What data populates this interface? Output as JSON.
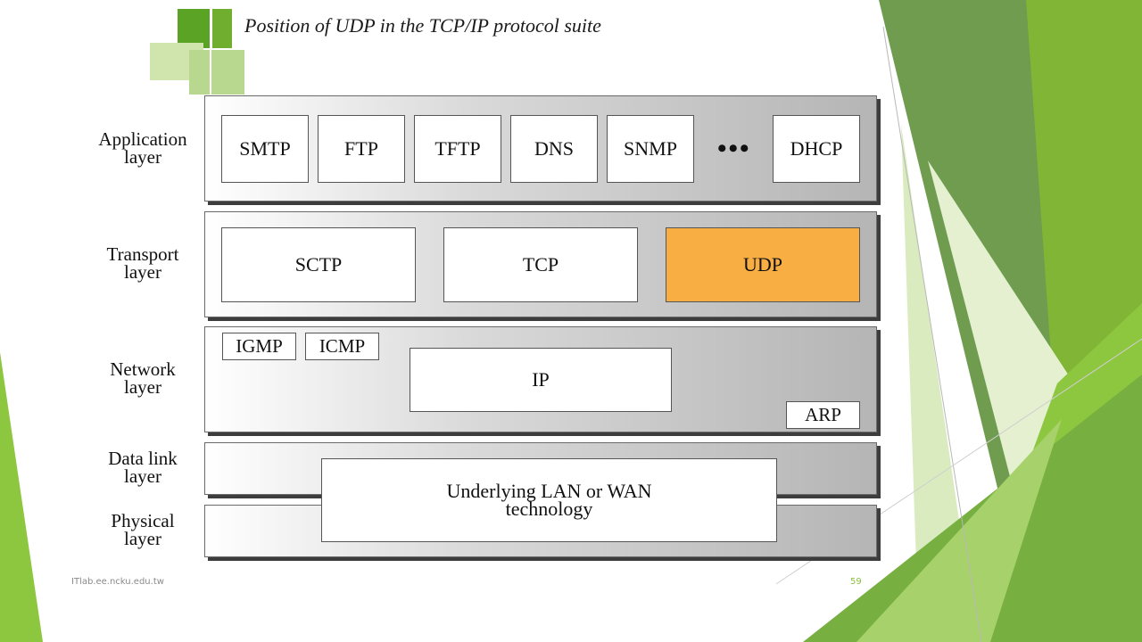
{
  "slide": {
    "title": "Position of UDP in the TCP/IP protocol suite",
    "footer_site": "ITlab.ee.ncku.edu.tw",
    "page_number": "59"
  },
  "colors": {
    "accent_green": "#8dc63f",
    "udp_highlight": "#f9ae43"
  },
  "diagram": {
    "layers": [
      {
        "name": "Application layer",
        "line1": "Application",
        "line2": "layer"
      },
      {
        "name": "Transport layer",
        "line1": "Transport",
        "line2": "layer"
      },
      {
        "name": "Network layer",
        "line1": "Network",
        "line2": "layer"
      },
      {
        "name": "Data link layer",
        "line1": "Data link",
        "line2": "layer"
      },
      {
        "name": "Physical layer",
        "line1": "Physical",
        "line2": "layer"
      }
    ],
    "application_protocols": [
      "SMTP",
      "FTP",
      "TFTP",
      "DNS",
      "SNMP",
      "DHCP"
    ],
    "ellipsis": "•••",
    "transport_protocols": [
      "SCTP",
      "TCP",
      "UDP"
    ],
    "network_protocols": {
      "igmp": "IGMP",
      "icmp": "ICMP",
      "ip": "IP",
      "arp": "ARP"
    },
    "underlying": {
      "line1": "Underlying LAN or WAN",
      "line2": "technology"
    }
  }
}
